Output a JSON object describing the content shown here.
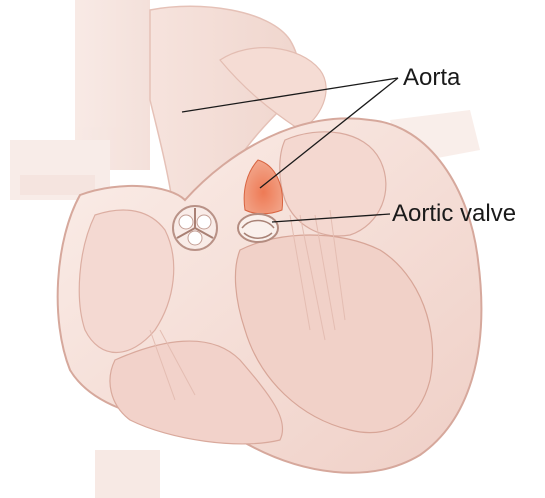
{
  "labels": {
    "aorta": "Aorta",
    "aortic_valve": "Aortic valve"
  },
  "colors": {
    "background": "#ffffff",
    "tissue_light": "#f7e4df",
    "tissue_mid": "#efccc4",
    "tissue_edge": "#d9a89c",
    "chamber_interior": "#f3d4cd",
    "aorta_highlight": "#e8714f",
    "leader_line": "#1a1a1a"
  },
  "icons": [
    "heart-cross-section-illustration"
  ]
}
